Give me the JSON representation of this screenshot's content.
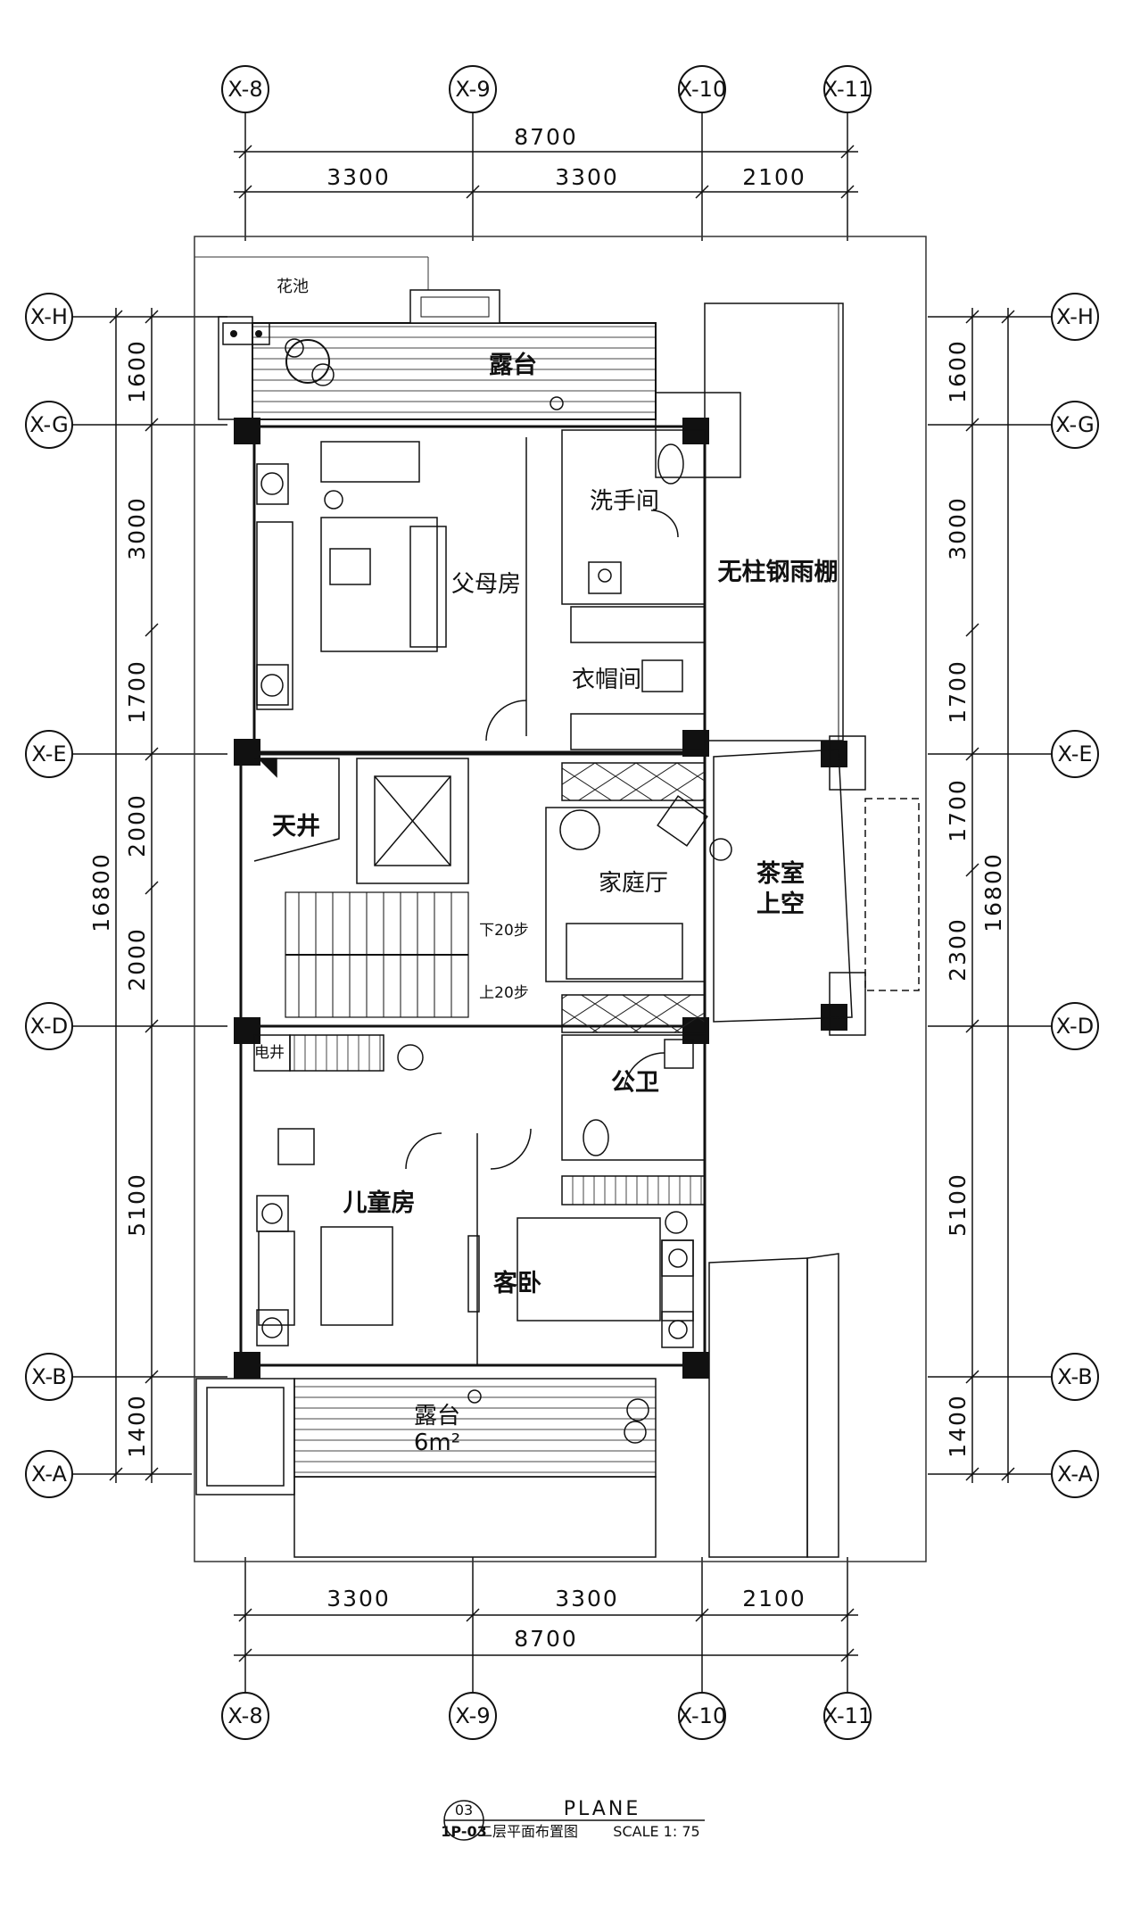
{
  "axes": {
    "columns": [
      "X-8",
      "X-9",
      "X-10",
      "X-11"
    ],
    "rows": [
      "X-H",
      "X-G",
      "X-E",
      "X-D",
      "X-B",
      "X-A"
    ]
  },
  "dimensions": {
    "top_total": "8700",
    "top_parts": [
      "3300",
      "3300",
      "2100"
    ],
    "bottom_total": "8700",
    "bottom_parts": [
      "3300",
      "3300",
      "2100"
    ],
    "left_total": "16800",
    "left_parts": [
      "1600",
      "3000",
      "1700",
      "2000",
      "2000",
      "5100",
      "1400"
    ],
    "right_total": "16800",
    "right_parts": [
      "1600",
      "3000",
      "1700",
      "1700",
      "2300",
      "5100",
      "1400"
    ]
  },
  "rooms": {
    "flower_bed": "花池",
    "terrace_top": "露台",
    "parents_room": "父母房",
    "washroom": "洗手间",
    "canopy": "无柱钢雨棚",
    "cloakroom": "衣帽间",
    "light_well": "天井",
    "family_hall": "家庭厅",
    "tea_room_line1": "茶室",
    "tea_room_line2": "上空",
    "stairs_down": "下20步",
    "stairs_up": "上20步",
    "elec_well": "电井",
    "public_bath": "公卫",
    "kids_room": "儿童房",
    "guest_room": "客卧",
    "terrace_bottom": "露台",
    "terrace_area": "6m²"
  },
  "title_block": {
    "drawing_no": "03",
    "sheet": "1P-03",
    "label": "PLANE",
    "name": "二层平面布置图",
    "scale": "SCALE  1: 75"
  }
}
